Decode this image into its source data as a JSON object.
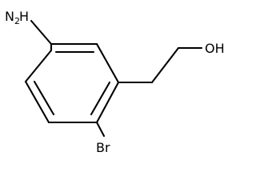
{
  "molecule": {
    "atoms": {
      "amine": {
        "element": "N",
        "hydrogens": "2"
      },
      "bromine": {
        "text": "Br"
      },
      "hydroxyl": {
        "text": "OH"
      }
    },
    "colors": {
      "line": "#000000",
      "background": "#ffffff"
    }
  }
}
